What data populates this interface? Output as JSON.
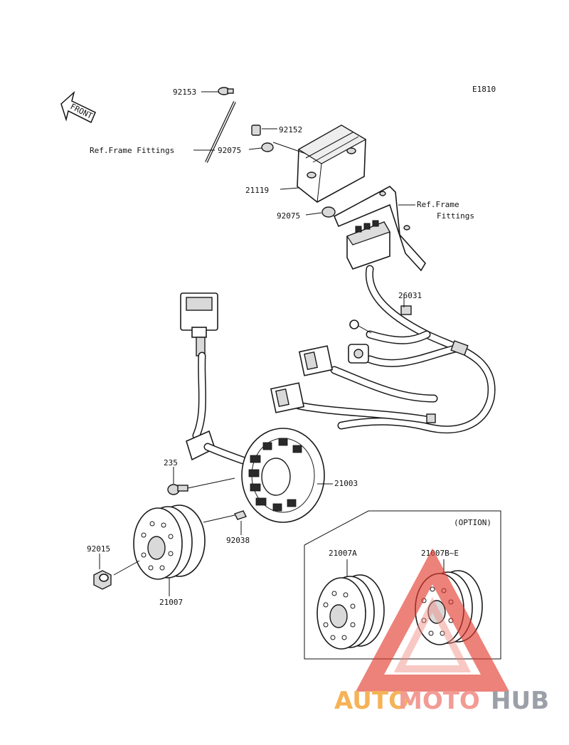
{
  "diagram_code": "E1810",
  "front_label": "FRONT",
  "option_label": "(OPTION)",
  "parts": {
    "p92153": "92153",
    "p92152": "92152",
    "p92075a": "92075",
    "p92075b": "92075",
    "p21119": "21119",
    "p26031": "26031",
    "p235": "235",
    "p21003": "21003",
    "p92038": "92038",
    "p92015": "92015",
    "p21007": "21007",
    "p21007A": "21007A",
    "p21007BE": "21007B~E"
  },
  "refs": {
    "frame_fittings_left": "Ref.Frame Fittings",
    "frame_fittings_right_1": "Ref.Frame",
    "frame_fittings_right_2": "Fittings"
  },
  "watermark": {
    "part1": "AUTO",
    "part2": "MOTO",
    "part3": "HUB",
    "colors": {
      "orange": "#f4a63a",
      "red": "#e23b2e",
      "gray": "#8a8f99"
    }
  }
}
